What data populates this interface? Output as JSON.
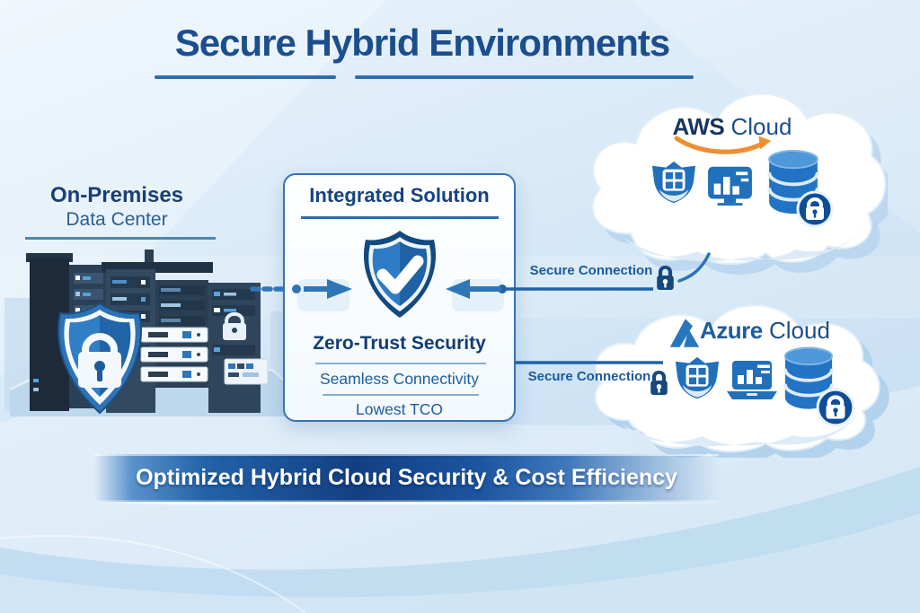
{
  "title": {
    "text": "Secure Hybrid Environments"
  },
  "on_premises": {
    "title": "On-Premises",
    "subtitle": "Data Center"
  },
  "integrated_solution": {
    "heading": "Integrated Solution",
    "features": [
      "Zero-Trust Security",
      "Seamless Connectivity",
      "Lowest TCO"
    ]
  },
  "aws_cloud": {
    "brand": "AWS",
    "label": " Cloud"
  },
  "azure_cloud": {
    "brand": "Azure",
    "label": " Cloud"
  },
  "connections": {
    "aws": {
      "label": "Secure Connection"
    },
    "azure": {
      "label": "Secure Connection"
    }
  },
  "banner": {
    "text": "Optimized Hybrid Cloud Security & Cost Efficiency"
  },
  "icons": {
    "on_prem_shield": "shield-lock-icon",
    "integrated_shield": "shield-check-icon",
    "secure_connection": "padlock-icon",
    "aws_smile": "amazon-smile-arrow-icon",
    "azure_logo": "azure-logo-icon",
    "cloud_workload": "shield-app-grid-icon",
    "cloud_analytics": "bar-chart-icon",
    "cloud_laptop": "laptop-chart-icon",
    "cloud_database": "database-lock-icon"
  },
  "colors": {
    "title_text": "#1c4e8e",
    "underline": "#2e6cab",
    "body_text": "#1d5d9e",
    "connection_line": "#1e63a8",
    "icon_blue": "#2070ba",
    "amazon_orange": "#ee8e30",
    "banner_blue": "#123f82",
    "banner_text": "#ffffff",
    "rack_navy": "#22354a",
    "shield_blue": "#2e7cc6",
    "background_light_blue": "#d7e9f7"
  }
}
